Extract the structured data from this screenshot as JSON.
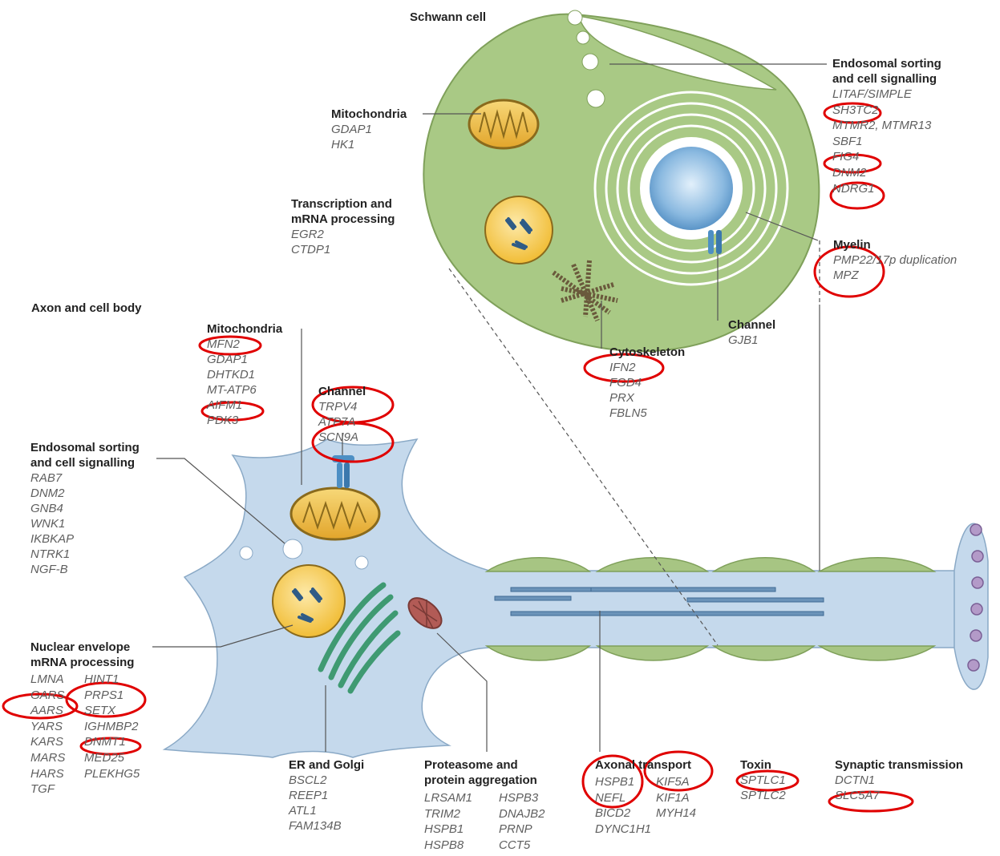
{
  "schwann": {
    "title": "Schwann cell",
    "endosomal": {
      "title1": "Endosomal sorting",
      "title2": "and cell signalling",
      "genes": [
        "LITAF/SIMPLE",
        "SH3TC2",
        "MTMR2, MTMR13",
        "SBF1",
        "FIG4",
        "DNM2",
        "NDRG1"
      ]
    },
    "mitochondria": {
      "title": "Mitochondria",
      "genes": [
        "GDAP1",
        "HK1"
      ]
    },
    "transcription": {
      "title1": "Transcription and",
      "title2": "mRNA processing",
      "genes": [
        "EGR2",
        "CTDP1"
      ]
    },
    "myelin": {
      "title": "Myelin",
      "genes": [
        "PMP22/17p duplication",
        "MPZ"
      ]
    },
    "channel": {
      "title": "Channel",
      "genes": [
        "GJB1"
      ]
    },
    "cytoskeleton": {
      "title": "Cytoskeleton",
      "genes": [
        "IFN2",
        "FGD4",
        "PRX",
        "FBLN5"
      ]
    }
  },
  "axon": {
    "title": "Axon and cell body",
    "mitochondria": {
      "title": "Mitochondria",
      "genes": [
        "MFN2",
        "GDAP1",
        "DHTKD1",
        "MT-ATP6",
        "AIFM1",
        "PDK3"
      ]
    },
    "channel": {
      "title": "Channel",
      "genes": [
        "TRPV4",
        "ATP7A",
        "SCN9A"
      ]
    },
    "endosomal": {
      "title1": "Endosomal sorting",
      "title2": "and cell signalling",
      "genes": [
        "RAB7",
        "DNM2",
        "GNB4",
        "WNK1",
        "IKBKAP",
        "NTRK1",
        "NGF-B"
      ]
    },
    "nuclear": {
      "title1": "Nuclear envelope",
      "title2": "mRNA processing",
      "col1": [
        "LMNA",
        "GARS",
        "AARS",
        "YARS",
        "KARS",
        "MARS",
        "HARS",
        "TGF"
      ],
      "col2": [
        "HINT1",
        "PRPS1",
        "SETX",
        "IGHMBP2",
        "DNMT1",
        "MED25",
        "PLEKHG5"
      ]
    },
    "er": {
      "title": "ER and Golgi",
      "genes": [
        "BSCL2",
        "REEP1",
        "ATL1",
        "FAM134B"
      ]
    },
    "proteasome": {
      "title1": "Proteasome and",
      "title2": "protein aggregation",
      "col1": [
        "LRSAM1",
        "TRIM2",
        "HSPB1",
        "HSPB8"
      ],
      "col2": [
        "HSPB3",
        "DNAJB2",
        "PRNP",
        "CCT5"
      ]
    },
    "axonal_transport": {
      "title": "Axonal transport",
      "col1": [
        "HSPB1",
        "NEFL",
        "BICD2",
        "DYNC1H1"
      ],
      "col2": [
        "KIF5A",
        "KIF1A",
        "MYH14"
      ]
    },
    "toxin": {
      "title": "Toxin",
      "genes": [
        "SPTLC1",
        "SPTLC2"
      ]
    },
    "synaptic": {
      "title": "Synaptic transmission",
      "genes": [
        "DCTN1",
        "SLC5A7"
      ]
    }
  },
  "colors": {
    "schwann_fill": "#a9c985",
    "cell_fill": "#c5d9ec",
    "myelin_sheath": "#a7c583",
    "mito": "#e8b33b",
    "nucleus": "#f3c74a",
    "highlight": "#e00000",
    "channel": "#4d8fc4",
    "er": "#3f9a72",
    "synapse": "#b39ac8"
  }
}
